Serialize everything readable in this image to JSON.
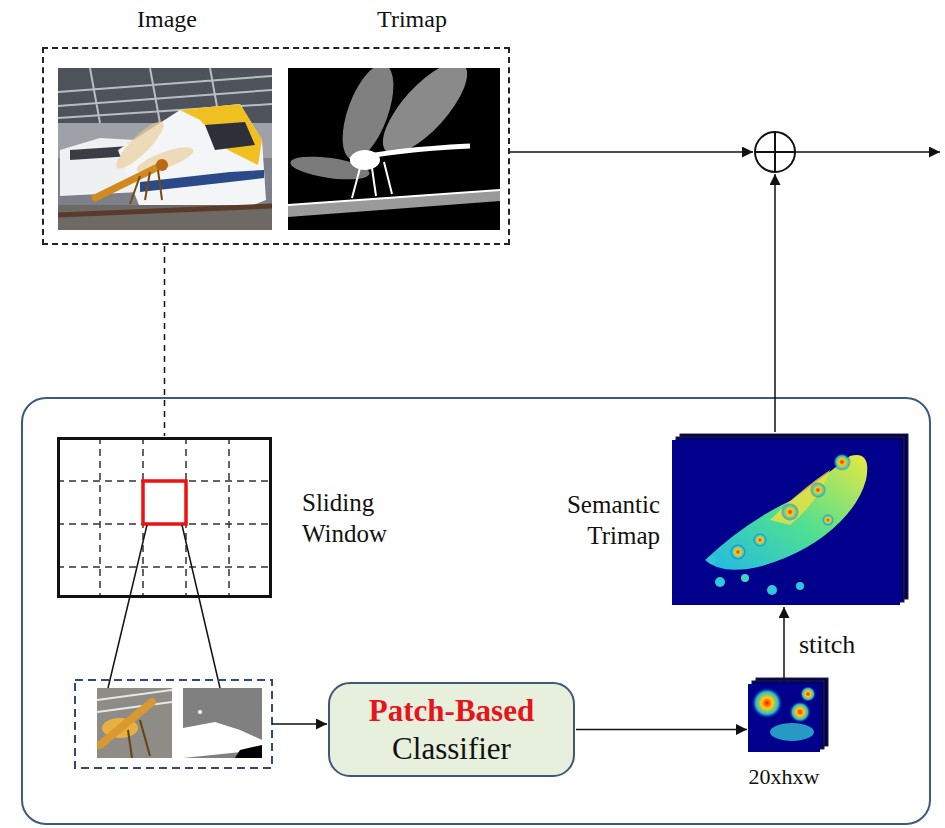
{
  "diagram": {
    "nodes": [
      {
        "text": [
          "Image",
          "Trimap"
        ]
      },
      {
        "text": [
          "Sliding Window"
        ]
      },
      {
        "text": [
          "Patch-Based",
          "Classifier"
        ]
      },
      {
        "text": [
          "20xhxw"
        ]
      },
      {
        "text": [
          "Semantic Trimap"
        ]
      }
    ],
    "edges": [
      {
        "from": 0,
        "to": 1,
        "arrow": "none"
      },
      {
        "from": 2,
        "to": 3,
        "arrow": "to"
      },
      {
        "from": 3,
        "to": 4,
        "label": "stitch",
        "arrow": "to"
      }
    ]
  }
}
